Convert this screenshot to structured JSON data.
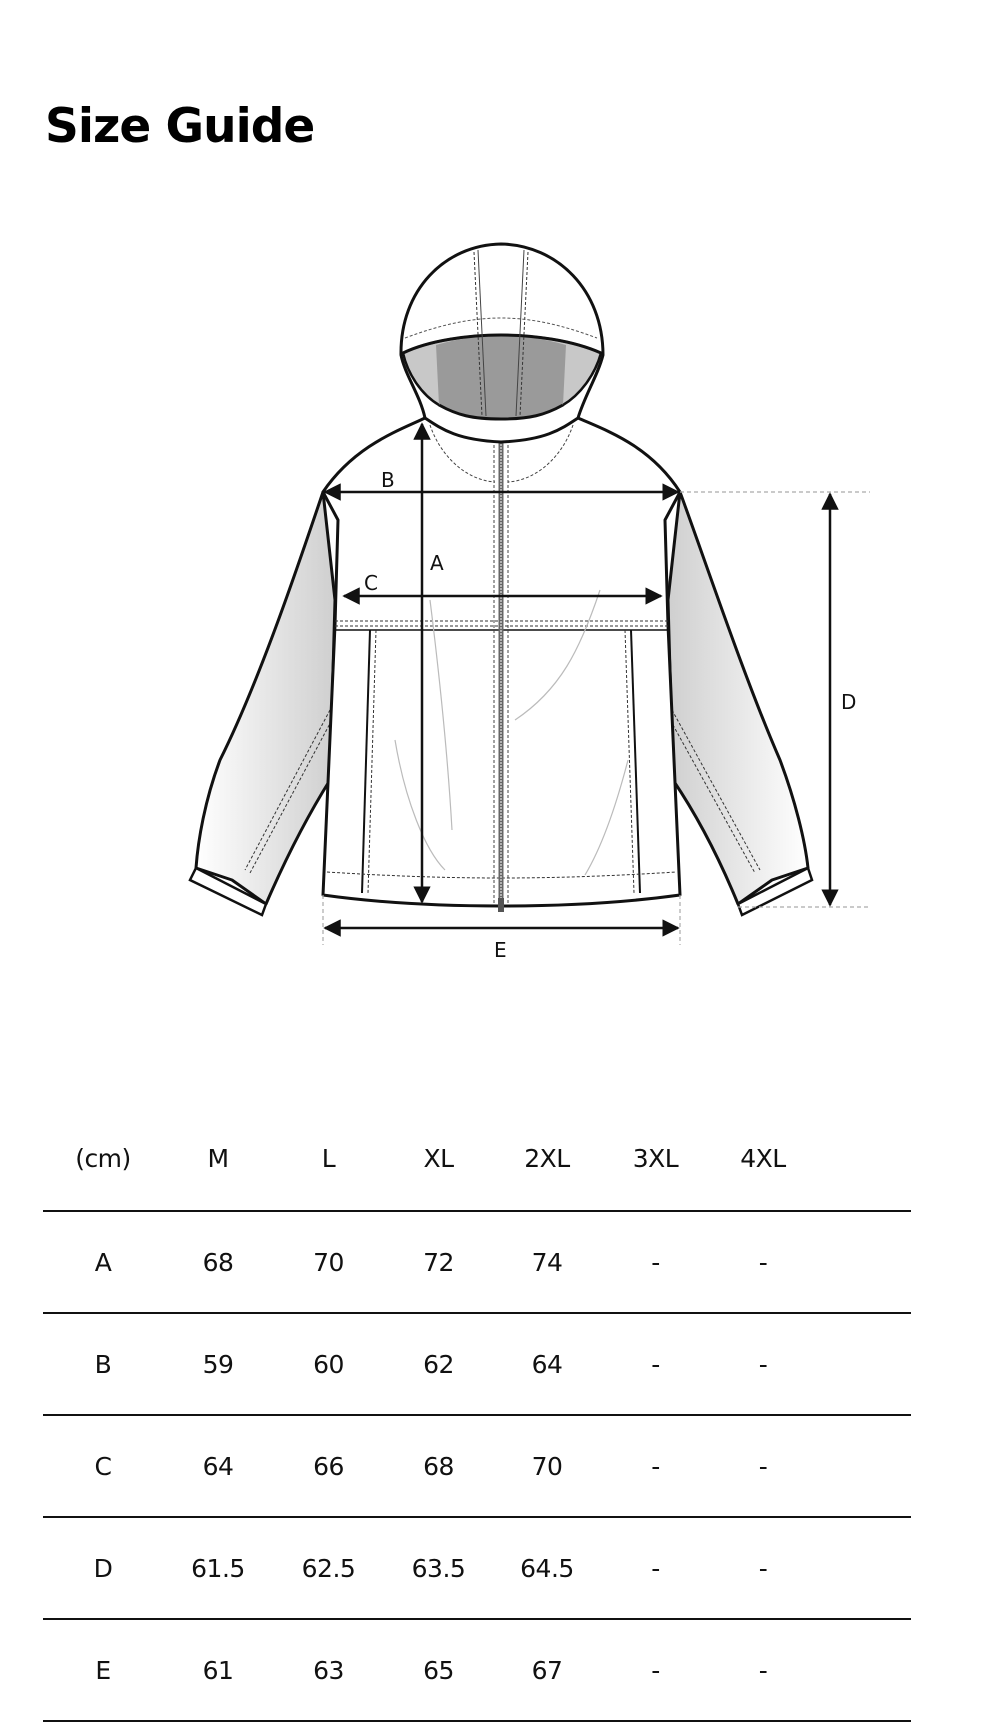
{
  "page": {
    "title": "Size Guide"
  },
  "diagram": {
    "subject": "hooded zip-up jacket flat sketch",
    "labels": {
      "A": "A",
      "B": "B",
      "C": "C",
      "D": "D",
      "E": "E"
    },
    "colors": {
      "outline": "#111111",
      "hood_lining": "#9a9a9a",
      "hood_lining_side": "#c8c8c8",
      "guide_dash": "#aaaaaa"
    }
  },
  "table": {
    "unit_header": "(cm)",
    "sizes": [
      "M",
      "L",
      "XL",
      "2XL",
      "3XL",
      "4XL"
    ],
    "rows": [
      {
        "label": "A",
        "values": [
          "68",
          "70",
          "72",
          "74",
          "-",
          "-"
        ]
      },
      {
        "label": "B",
        "values": [
          "59",
          "60",
          "62",
          "64",
          "-",
          "-"
        ]
      },
      {
        "label": "C",
        "values": [
          "64",
          "66",
          "68",
          "70",
          "-",
          "-"
        ]
      },
      {
        "label": "D",
        "values": [
          "61.5",
          "62.5",
          "63.5",
          "64.5",
          "-",
          "-"
        ]
      },
      {
        "label": "E",
        "values": [
          "61",
          "63",
          "65",
          "67",
          "-",
          "-"
        ]
      }
    ]
  }
}
